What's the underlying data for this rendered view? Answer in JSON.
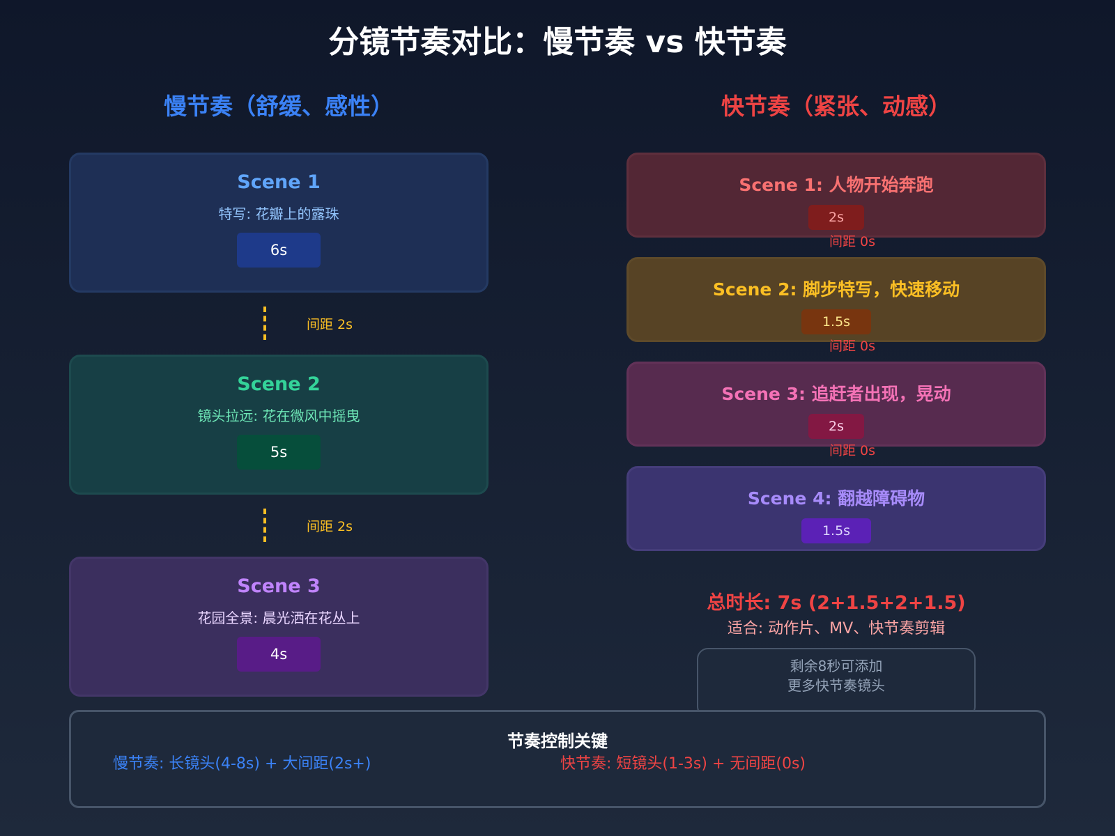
{
  "title": "分镜节奏对比：慢节奏 vs 快节奏",
  "slow": {
    "heading": "慢节奏（舒缓、感性）",
    "color": "#3b82f6",
    "scenes": [
      {
        "name": "Scene 1",
        "desc": "特写: 花瓣上的露珠",
        "duration": "6s"
      },
      {
        "name": "Scene 2",
        "desc": "镜头拉远: 花在微风中摇曳",
        "duration": "5s"
      },
      {
        "name": "Scene 3",
        "desc": "花园全景: 晨光洒在花丛上",
        "duration": "4s"
      }
    ],
    "gaps": [
      "间距 2s",
      "间距 2s"
    ]
  },
  "fast": {
    "heading": "快节奏（紧张、动感）",
    "color": "#ef4444",
    "scenes": [
      {
        "name": "Scene 1: 人物开始奔跑",
        "duration": "2s"
      },
      {
        "name": "Scene 2: 脚步特写，快速移动",
        "duration": "1.5s"
      },
      {
        "name": "Scene 3: 追赶者出现，晃动",
        "duration": "2s"
      },
      {
        "name": "Scene 4: 翻越障碍物",
        "duration": "1.5s"
      }
    ],
    "gaps": [
      "间距 0s",
      "间距 0s",
      "间距 0s"
    ],
    "total": "总时长: 7s (2+1.5+2+1.5)",
    "suitable": "适合: 动作片、MV、快节奏剪辑",
    "remaining": [
      "剩余8秒可添加",
      "更多快节奏镜头"
    ]
  },
  "summary": {
    "title": "节奏控制关键",
    "slow": "慢节奏: 长镜头(4-8s) + 大间距(2s+)",
    "fast": "快节奏: 短镜头(1-3s) + 无间距(0s)"
  }
}
